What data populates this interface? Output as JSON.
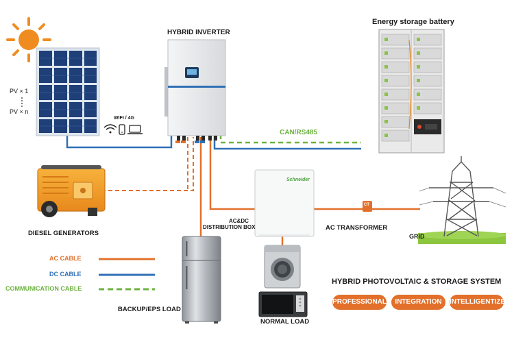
{
  "labels": {
    "hybrid_inverter": "HYBRID INVERTER",
    "energy_storage": "Energy storage battery",
    "pv_1": "PV × 1",
    "pv_n": "PV × n",
    "wifi": "WIFI / 4G",
    "can_rs485": "CAN/RS485",
    "diesel": "DIESEL GENERATORS",
    "ac_dc_line1": "AC&DC",
    "ac_dc_line2": "DISTRIBUTION BOX",
    "ac_transformer": "AC TRANSFORMER",
    "grid": "GRID",
    "backup_load": "BACKUP/EPS LOAD",
    "normal_load": "NORMAL LOAD",
    "system_title": "HYBRID PHOTOVOLTAIC & STORAGE SYSTEM",
    "brand": "Schneider",
    "ct": "CT"
  },
  "legend": [
    {
      "label": "AC CABLE",
      "color": "#e2702b",
      "style": "solid"
    },
    {
      "label": "DC CABLE",
      "color": "#2f6fb5",
      "style": "solid"
    },
    {
      "label": "COMMUNICATION CABLE",
      "color": "#6cb33f",
      "style": "dashed"
    }
  ],
  "pills": [
    "PROFESSIONAL",
    "INTEGRATION",
    "INTELLIGENTIZE"
  ],
  "colors": {
    "ac": "#e2702b",
    "dc": "#2f6fb5",
    "comm": "#6cb33f",
    "accent": "#e2702b"
  },
  "icons": [
    "sun-icon",
    "wifi-icon",
    "phone-icon",
    "laptop-icon"
  ]
}
